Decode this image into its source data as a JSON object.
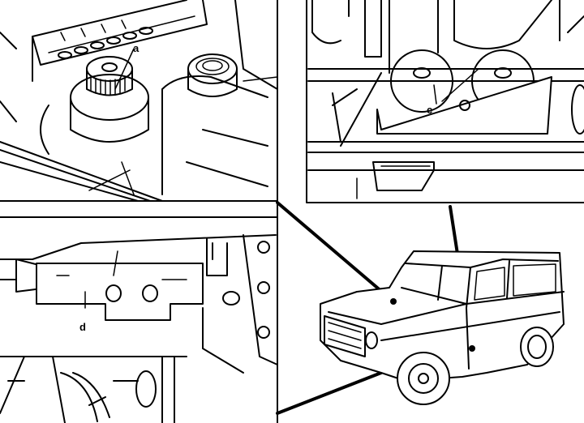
{
  "diagram": {
    "callouts": [
      {
        "id": "a",
        "label": "a"
      },
      {
        "id": "c",
        "label": "c"
      },
      {
        "id": "d",
        "label": "d"
      }
    ],
    "colors": {
      "line": "#000000",
      "background": "#ffffff"
    }
  }
}
